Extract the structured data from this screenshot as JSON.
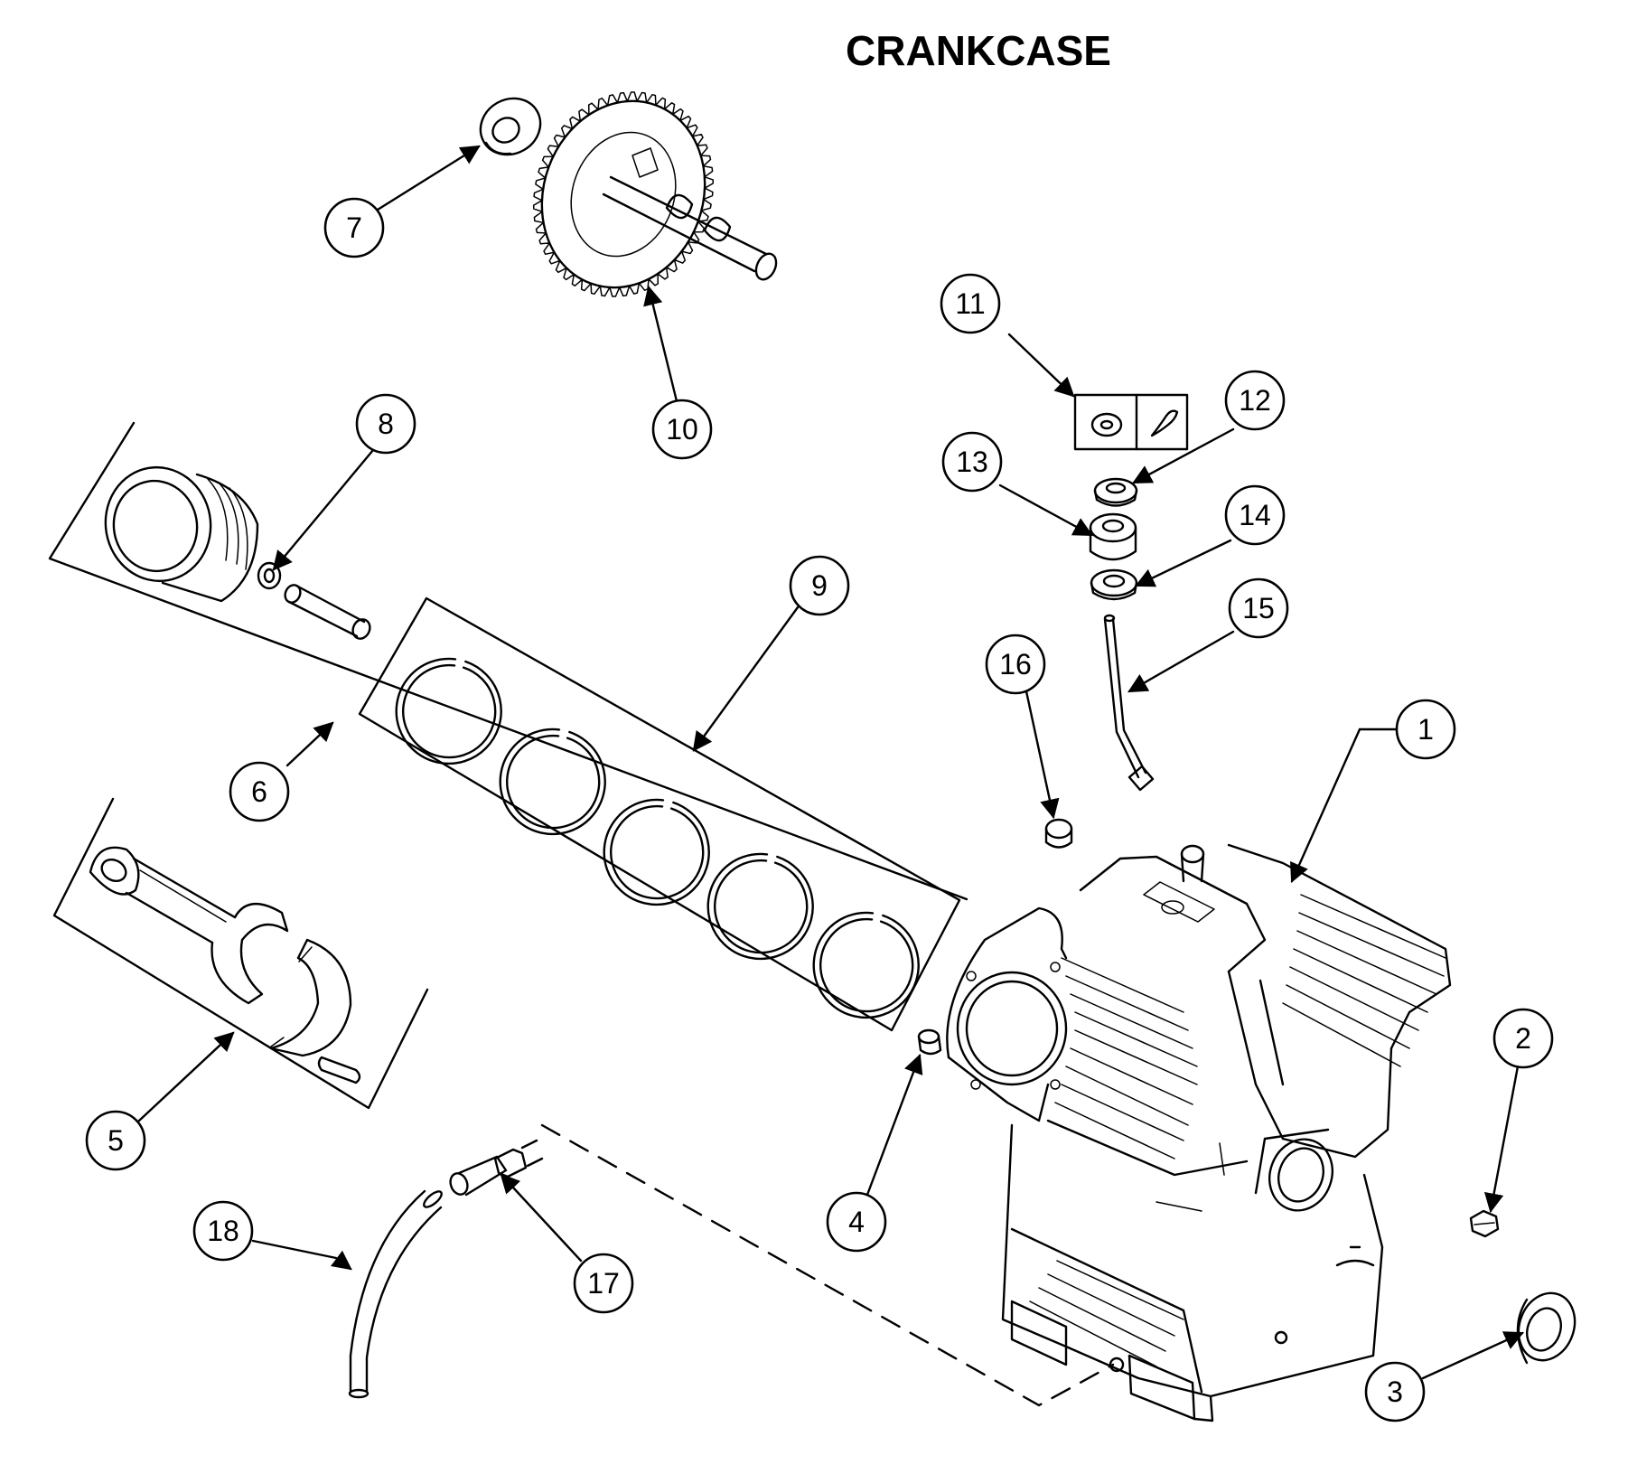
{
  "title": "CRANKCASE",
  "callouts": [
    {
      "number": "1"
    },
    {
      "number": "2"
    },
    {
      "number": "3"
    },
    {
      "number": "4"
    },
    {
      "number": "5"
    },
    {
      "number": "6"
    },
    {
      "number": "7"
    },
    {
      "number": "8"
    },
    {
      "number": "9"
    },
    {
      "number": "10"
    },
    {
      "number": "11"
    },
    {
      "number": "12"
    },
    {
      "number": "13"
    },
    {
      "number": "14"
    },
    {
      "number": "15"
    },
    {
      "number": "16"
    },
    {
      "number": "17"
    },
    {
      "number": "18"
    }
  ]
}
